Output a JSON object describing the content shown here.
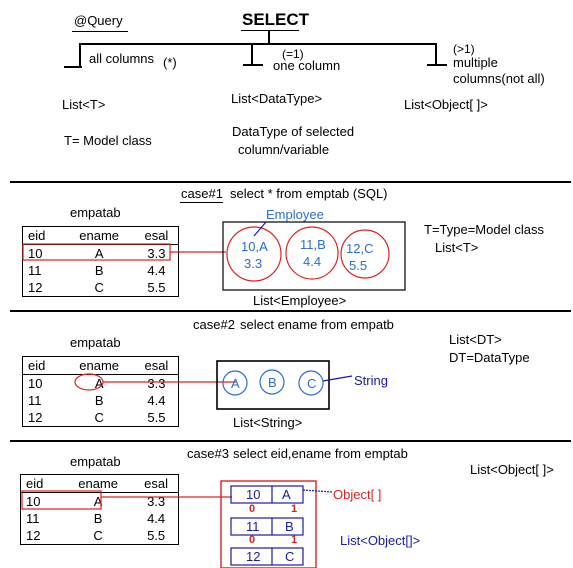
{
  "header": {
    "query_label": "@Query",
    "title": "SELECT",
    "branches": [
      {
        "note": "",
        "label": "all columns",
        "star": "(*)",
        "result": "List<T>",
        "desc_lines": [
          "T= Model class"
        ]
      },
      {
        "note": "(=1)",
        "label": "one column",
        "result": "List<DataType>",
        "desc_lines": [
          "DataType of selected",
          "column/variable"
        ]
      },
      {
        "note": "(>1)",
        "label_lines": [
          "multiple",
          "columns(not all)"
        ],
        "result": "List<Object[ ]>"
      }
    ]
  },
  "case1": {
    "tag": "case#1",
    "query": "select * from emptab (SQL)",
    "table_title": "empatab",
    "columns": [
      "eid",
      "ename",
      "esal"
    ],
    "rows": [
      [
        "10",
        "A",
        "3.3"
      ],
      [
        "11",
        "B",
        "4.4"
      ],
      [
        "12",
        "C",
        "5.5"
      ]
    ],
    "object_label": "Employee",
    "objects": [
      {
        "l1": "10,A",
        "l2": "3.3"
      },
      {
        "l1": "11,B",
        "l2": "4.4"
      },
      {
        "l1": "12,C",
        "l2": "5.5"
      }
    ],
    "list_label": "List<Employee>",
    "note_lines": [
      "T=Type=Model class",
      "List<T>"
    ]
  },
  "case2": {
    "tag": "case#2",
    "query": "select ename from empatb",
    "table_title": "empatab",
    "columns": [
      "eid",
      "ename",
      "esal"
    ],
    "rows": [
      [
        "10",
        "A",
        "3.3"
      ],
      [
        "11",
        "B",
        "4.4"
      ],
      [
        "12",
        "C",
        "5.5"
      ]
    ],
    "values": [
      "A",
      "B",
      "C"
    ],
    "object_label": "String",
    "list_label": "List<String>",
    "note_lines": [
      "List<DT>",
      "DT=DataType"
    ]
  },
  "case3": {
    "tag": "case#3",
    "query": "select eid,ename from emptab",
    "table_title": "empatab",
    "columns": [
      "eid",
      "ename",
      "esal"
    ],
    "rows": [
      [
        "10",
        "A",
        "3.3"
      ],
      [
        "11",
        "B",
        "4.4"
      ],
      [
        "12",
        "C",
        "5.5"
      ]
    ],
    "arrays": [
      [
        "10",
        "A"
      ],
      [
        "11",
        "B"
      ],
      [
        "12",
        "C"
      ]
    ],
    "indexes": [
      "0",
      "1"
    ],
    "object_label": "Object[ ]",
    "list_label": "List<Object[]>",
    "note": "List<Object[ ]>"
  },
  "colors": {
    "red": "#e02020",
    "blue": "#2a6fd1",
    "navy": "#1a1aa6"
  }
}
